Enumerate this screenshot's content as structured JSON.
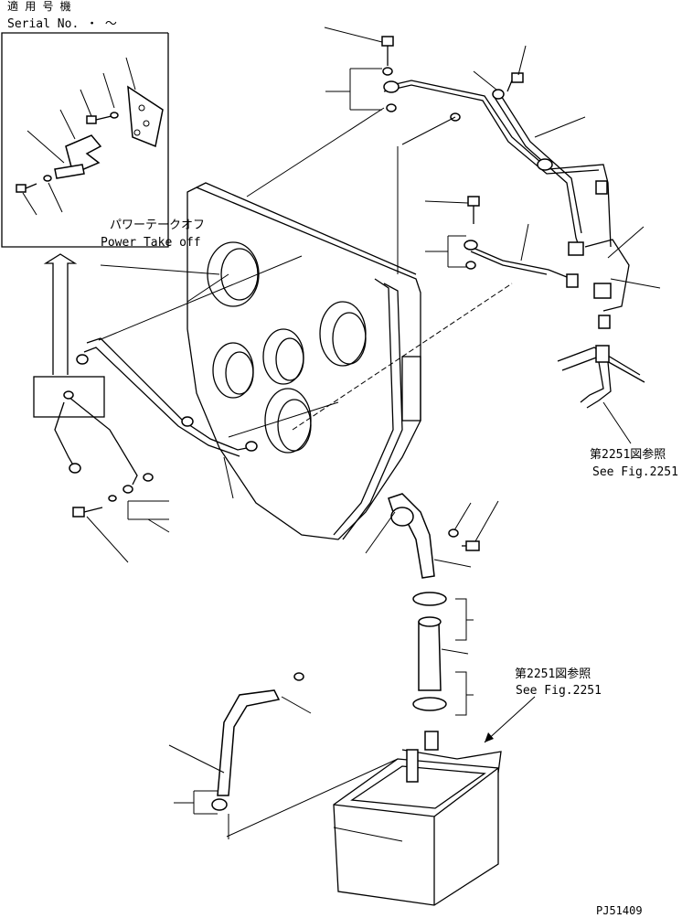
{
  "serial_box": {
    "title_jp": "適 用 号 機",
    "serial_label": "Serial No.  ・  ～"
  },
  "pto_label": {
    "jp": "パワーテークオフ",
    "en": "Power Take off"
  },
  "ref_upper": {
    "jp": "第2251図参照",
    "en": "See Fig.2251"
  },
  "ref_lower": {
    "jp": "第2251図参照",
    "en": "See Fig.2251"
  },
  "drawing_number": "PJ51409"
}
